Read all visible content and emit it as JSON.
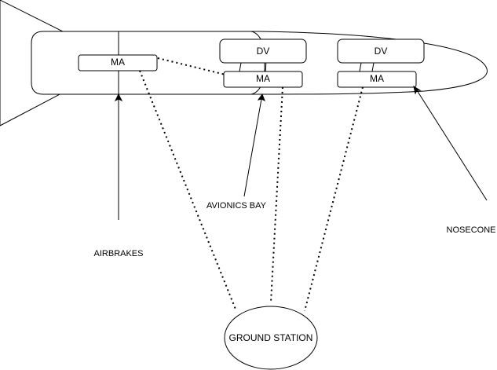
{
  "diagram": {
    "colors": {
      "stroke": "#000000",
      "fill": "#ffffff",
      "text": "#000000"
    },
    "nodes": {
      "ma_airbrakes": "MA",
      "dv_avionics": "DV",
      "ma_avionics": "MA",
      "dv_nosecone": "DV",
      "ma_nosecone": "MA",
      "ground_station": "GROUND STATION"
    },
    "labels": {
      "airbrakes": "AIRBRAKES",
      "avionics_bay": "AVIONICS BAY",
      "nosecone": "NOSECONE"
    }
  }
}
